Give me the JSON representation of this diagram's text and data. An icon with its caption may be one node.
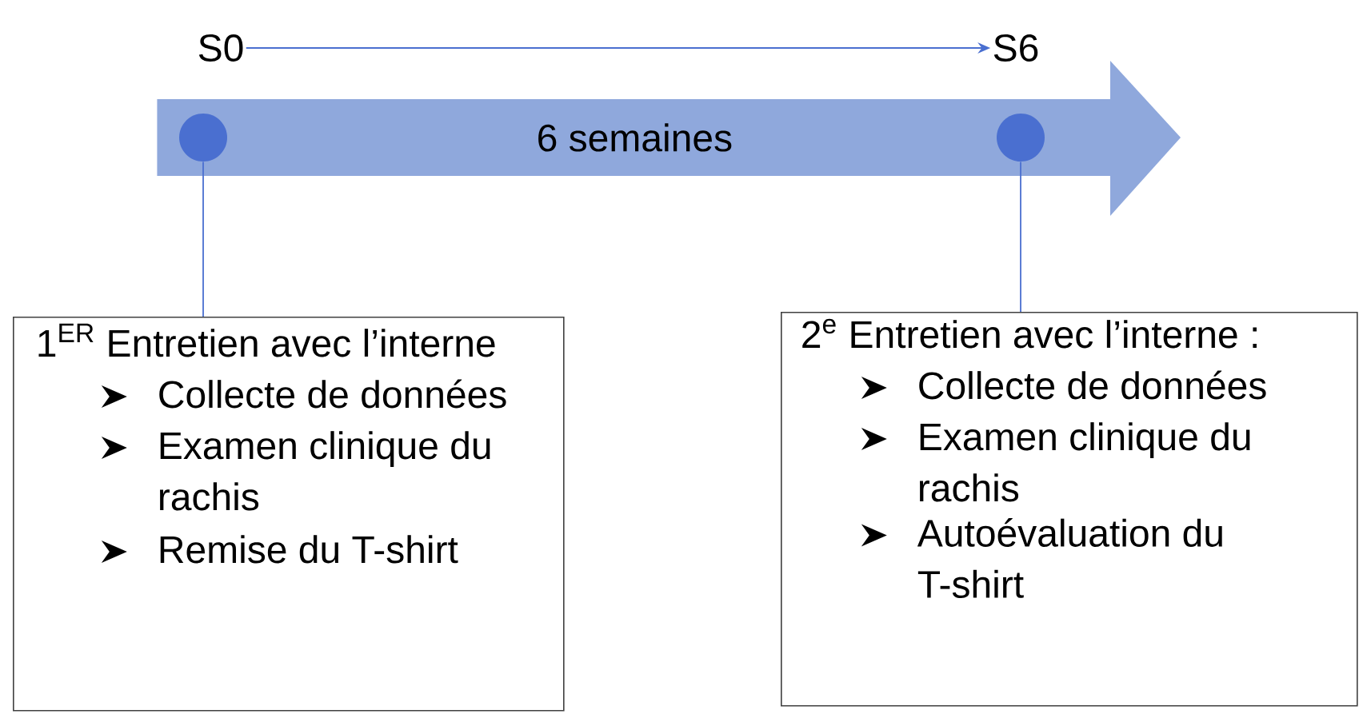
{
  "diagram": {
    "nodes": [
      {
        "text": [
          "S0"
        ]
      },
      {
        "text": [
          "S6"
        ]
      },
      {
        "text": [
          "6 semaines"
        ]
      },
      {
        "text": [],
        "shape": "circle",
        "in": 2
      },
      {
        "text": [],
        "shape": "circle",
        "in": 2
      },
      {
        "text": [
          "1$^{ER}$ Entretien avec l’interne",
          "Collecte de données",
          "Examen clinique du rachis",
          "Remise du T-shirt"
        ]
      },
      {
        "text": [
          "2$^{e}$ Entretien avec l’interne :",
          "Collecte de données",
          "Examen clinique du rachis",
          "Autoévaluation du T-shirt"
        ]
      }
    ],
    "edges": [
      {
        "from": 0,
        "to": 1,
        "arrow": "to"
      },
      {
        "from": 3,
        "to": 5,
        "arrow": "none"
      },
      {
        "from": 4,
        "to": 6,
        "arrow": "none"
      }
    ]
  }
}
